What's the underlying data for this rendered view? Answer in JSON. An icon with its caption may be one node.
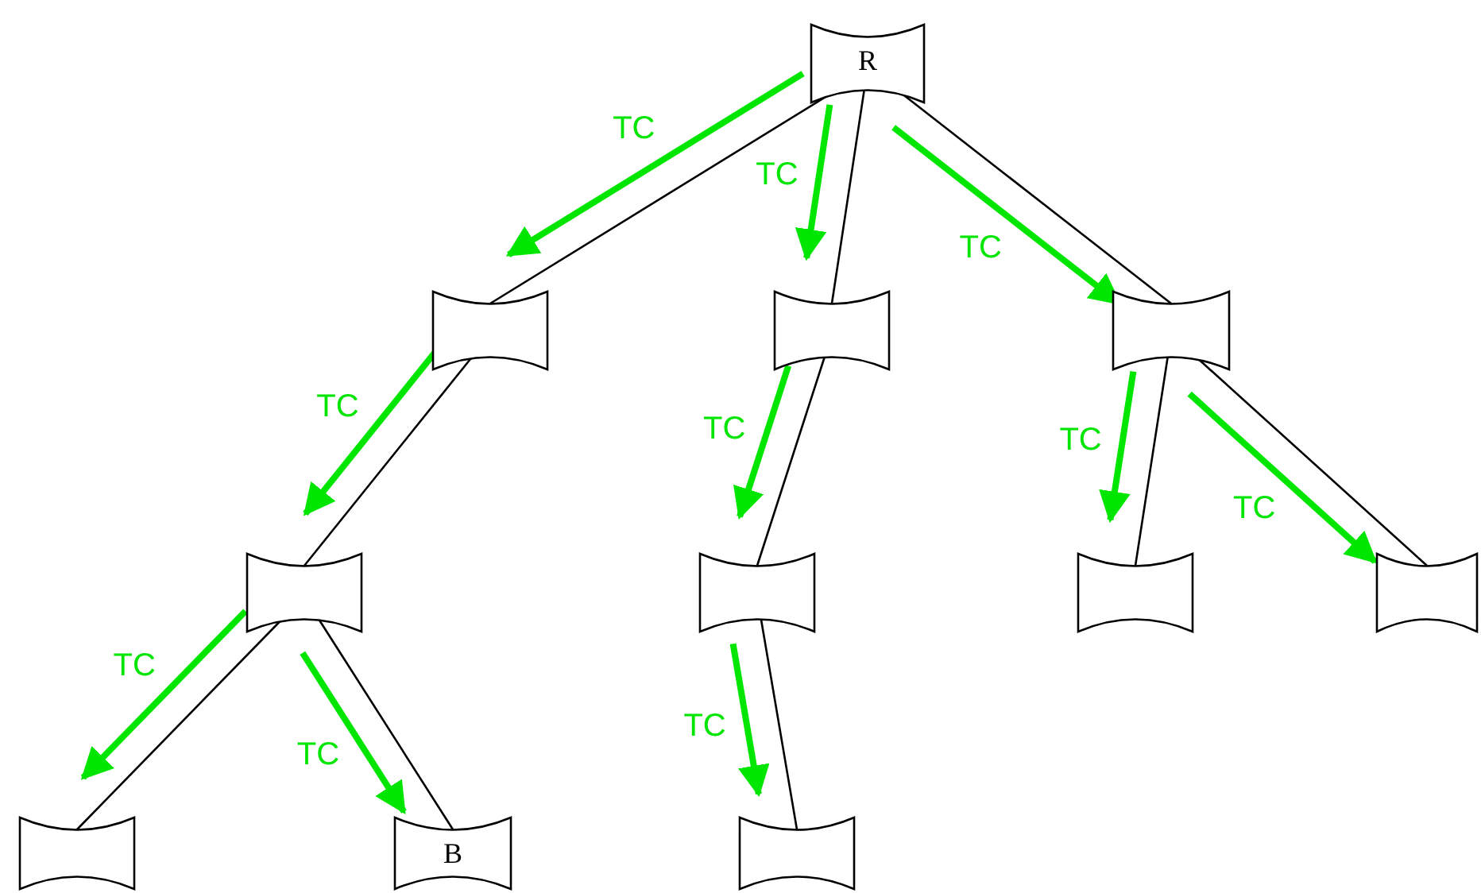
{
  "diagram": {
    "nodes": [
      {
        "text": [
          "R"
        ]
      },
      {
        "text": [],
        "shape": "box"
      },
      {
        "text": [],
        "shape": "box"
      },
      {
        "text": [],
        "shape": "box"
      },
      {
        "text": [],
        "shape": "box"
      },
      {
        "text": [],
        "shape": "box"
      },
      {
        "text": [],
        "shape": "box"
      },
      {
        "text": [],
        "shape": "box"
      },
      {
        "text": [],
        "shape": "box"
      },
      {
        "text": [
          "B"
        ]
      },
      {
        "text": [],
        "shape": "box"
      }
    ],
    "edges": [
      {
        "from": 0,
        "to": 1,
        "arrow": "none"
      },
      {
        "from": 0,
        "to": 1,
        "arrow": "to",
        "label": "TC",
        "style": "thick",
        "color": "#00e600"
      },
      {
        "from": 0,
        "to": 2,
        "arrow": "none"
      },
      {
        "from": 0,
        "to": 2,
        "arrow": "to",
        "label": "TC",
        "style": "thick",
        "color": "#00e600"
      },
      {
        "from": 0,
        "to": 3,
        "arrow": "none"
      },
      {
        "from": 0,
        "to": 3,
        "arrow": "to",
        "label": "TC",
        "style": "thick",
        "color": "#00e600"
      },
      {
        "from": 1,
        "to": 4,
        "arrow": "none"
      },
      {
        "from": 1,
        "to": 4,
        "arrow": "to",
        "label": "TC",
        "style": "thick",
        "color": "#00e600"
      },
      {
        "from": 2,
        "to": 5,
        "arrow": "none"
      },
      {
        "from": 2,
        "to": 5,
        "arrow": "to",
        "label": "TC",
        "style": "thick",
        "color": "#00e600"
      },
      {
        "from": 3,
        "to": 6,
        "arrow": "none"
      },
      {
        "from": 3,
        "to": 6,
        "arrow": "to",
        "label": "TC",
        "style": "thick",
        "color": "#00e600"
      },
      {
        "from": 3,
        "to": 7,
        "arrow": "none"
      },
      {
        "from": 3,
        "to": 7,
        "arrow": "to",
        "label": "TC",
        "style": "thick",
        "color": "#00e600"
      },
      {
        "from": 4,
        "to": 8,
        "arrow": "none"
      },
      {
        "from": 4,
        "to": 8,
        "arrow": "to",
        "label": "TC",
        "style": "thick",
        "color": "#00e600"
      },
      {
        "from": 4,
        "to": 9,
        "arrow": "none"
      },
      {
        "from": 4,
        "to": 9,
        "arrow": "to",
        "label": "TC",
        "style": "thick",
        "color": "#00e600"
      },
      {
        "from": 5,
        "to": 10,
        "arrow": "none"
      },
      {
        "from": 5,
        "to": 10,
        "arrow": "to",
        "label": "TC",
        "style": "thick",
        "color": "#00e600"
      }
    ]
  }
}
